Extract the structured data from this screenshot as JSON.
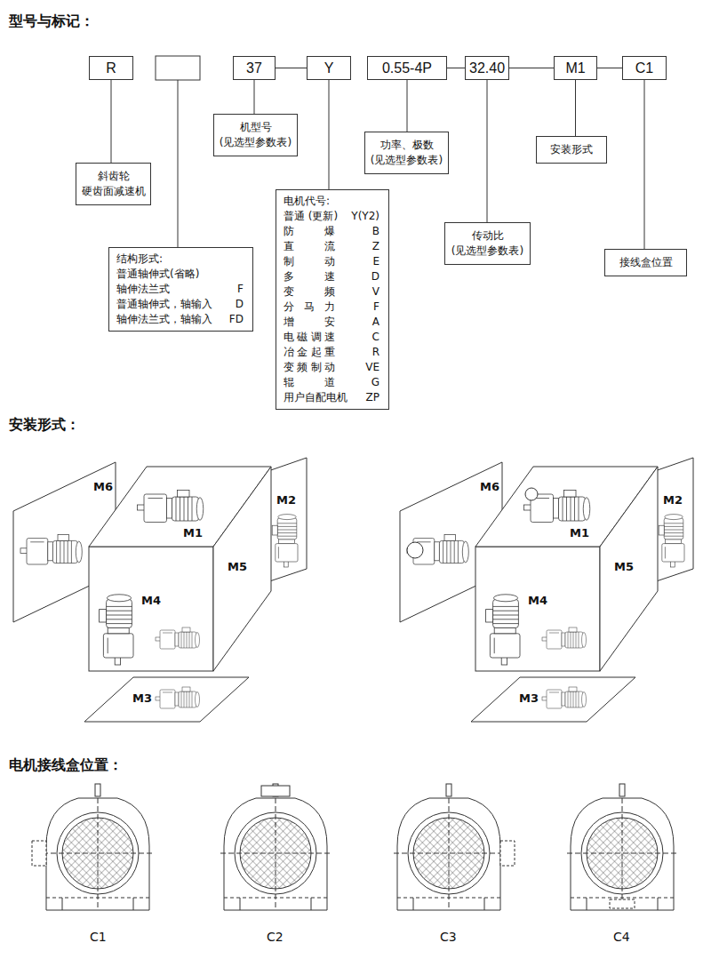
{
  "diagram": {
    "nodes": [
      {
        "text": [
          "R"
        ]
      },
      {
        "text": [
          "37"
        ]
      },
      {
        "text": [
          "Y"
        ]
      },
      {
        "text": [
          "0.55-4P"
        ]
      },
      {
        "text": [
          "32.40"
        ]
      },
      {
        "text": [
          "M1"
        ]
      },
      {
        "text": [
          "C1"
        ]
      },
      {
        "text": [
          "斜齿轮 硬齿面减速机"
        ]
      },
      {
        "text": [
          "机型号 (见选型参数表)"
        ]
      },
      {
        "text": [
          "结构形式:",
          "普通轴伸式(省略)",
          "轴伸法兰式",
          "F",
          "普通轴伸式，轴输入",
          "D",
          "轴伸法兰式，轴输入",
          "FD"
        ]
      },
      {
        "text": [
          "电机代号:",
          "普通 (更新)",
          "Y(Y2)",
          "防 爆",
          "B",
          "直 流",
          "Z",
          "制 动",
          "E",
          "多 速",
          "D",
          "变 频",
          "V",
          "分 马 力",
          "F",
          "增 安",
          "A",
          "电磁调速",
          "C",
          "冶金起重",
          "R",
          "变频制动",
          "VE",
          "辊 道",
          "G",
          "用户自配电机",
          "ZP"
        ]
      },
      {
        "text": [
          "功率、极数 (见选型参数表)"
        ]
      },
      {
        "text": [
          "传动比 (见选型参数表)"
        ]
      },
      {
        "text": [
          "安装形式"
        ]
      },
      {
        "text": [
          "接线盒位置"
        ]
      }
    ],
    "edges": [
      {
        "from": 0,
        "to": 7,
        "arrow": "none"
      },
      {
        "from": 1,
        "to": 8,
        "arrow": "none"
      },
      {
        "from": 2,
        "to": 10,
        "arrow": "none"
      },
      {
        "from": 3,
        "to": 11,
        "arrow": "none"
      },
      {
        "from": 4,
        "to": 12,
        "arrow": "none"
      },
      {
        "from": 5,
        "to": 13,
        "arrow": "none"
      },
      {
        "from": 6,
        "to": 14,
        "arrow": "none"
      },
      {
        "from": 1,
        "to": 2,
        "arrow": "none"
      },
      {
        "from": 3,
        "to": 4,
        "arrow": "none"
      },
      {
        "from": 4,
        "to": 5,
        "arrow": "none"
      },
      {
        "from": 5,
        "to": 6,
        "arrow": "none"
      }
    ],
    "labels": [
      "型号与标记：",
      "安装形式：",
      "M6",
      "M1",
      "M2",
      "M4",
      "M5",
      "M3",
      "M6",
      "M1",
      "M2",
      "M4",
      "M5",
      "M3",
      "电机接线盒位置：",
      "C1",
      "C2",
      "C3",
      "C4"
    ]
  }
}
